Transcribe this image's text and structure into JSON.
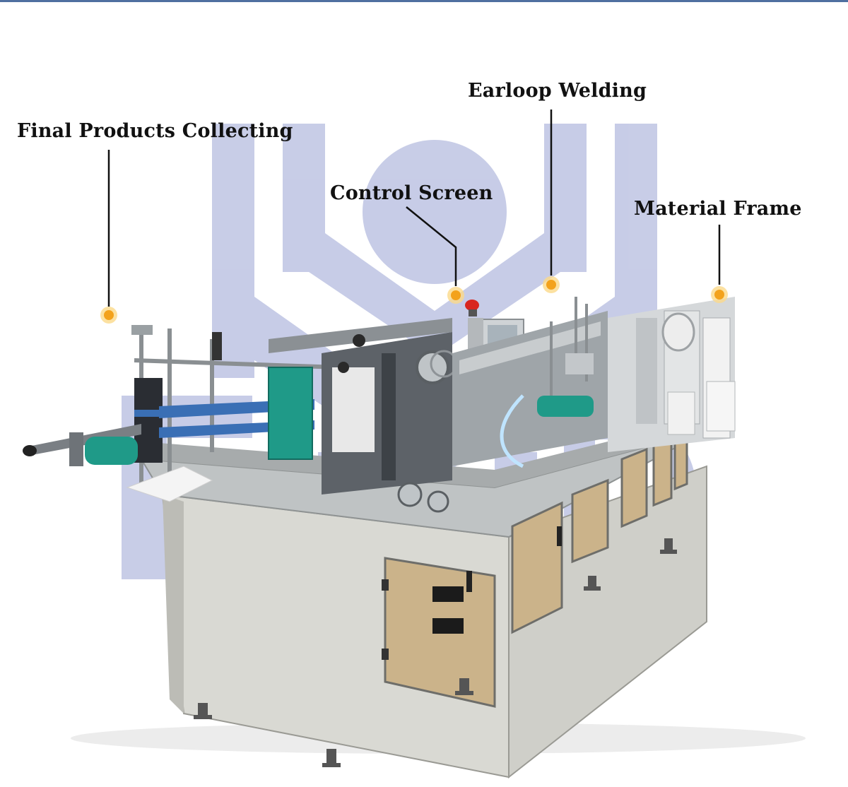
{
  "callouts": {
    "final_products": "Final Products Collecting",
    "control_screen": "Control Screen",
    "earloop_welding": "Earloop Welding",
    "material_frame": "Material Frame"
  },
  "colors": {
    "watermark": "#c5cae6",
    "marker": "#f3a21c",
    "marker_halo": "#fbd98a",
    "leader": "#111111",
    "machine_body": "#dcdcd6",
    "door_panel": "#cbb38a",
    "roller_green": "#1f9a88",
    "accent_rule": "#4f6fa0"
  }
}
